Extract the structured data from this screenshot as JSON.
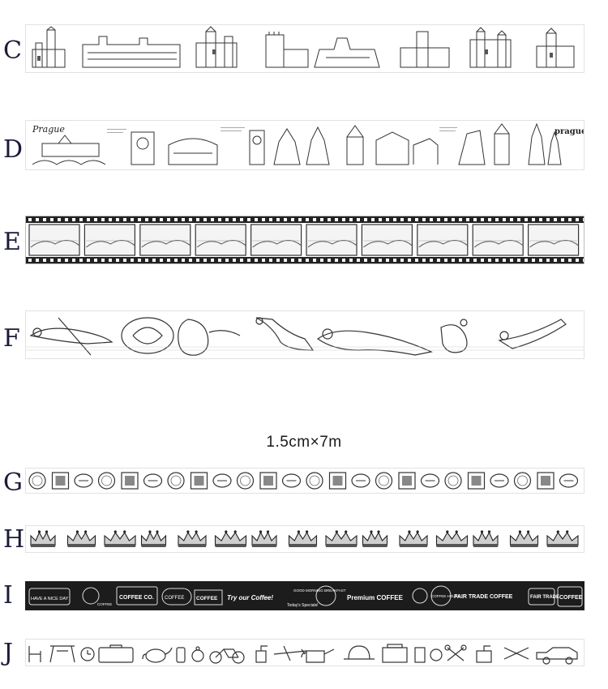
{
  "size_label": "1.5cm×7m",
  "rows": [
    {
      "letter": "C",
      "theme": "castles-sketch"
    },
    {
      "letter": "D",
      "theme": "prague-sketch"
    },
    {
      "letter": "E",
      "theme": "film-strip-landscapes"
    },
    {
      "letter": "F",
      "theme": "classical-statues"
    },
    {
      "letter": "G",
      "theme": "travel-stamps"
    },
    {
      "letter": "H",
      "theme": "crowns"
    },
    {
      "letter": "I",
      "theme": "coffee-labels"
    },
    {
      "letter": "J",
      "theme": "vintage-objects"
    }
  ],
  "prague_texts": {
    "left": "Prague",
    "right": "prague"
  },
  "coffee_texts": {
    "t1": "HAVE A NICE DAY",
    "t2": "COFFEE CO.",
    "t3": "COFFEE",
    "t4": "COFFEE",
    "t5": "Try our Coffee!",
    "t6": "Today's Specials!",
    "t7": "GOOD MORNING BREAKFAST",
    "t8": "Premium COFFEE",
    "t9": "COFFEE HOUSE",
    "t10": "FAIR TRADE COFFEE",
    "t11": "FAIR TRADE",
    "t12": "COFFEE",
    "t13": "COFFEE"
  },
  "colors": {
    "ink": "#222222",
    "tape_dark": "#1c1c1c",
    "letter": "#1a1a3a"
  }
}
